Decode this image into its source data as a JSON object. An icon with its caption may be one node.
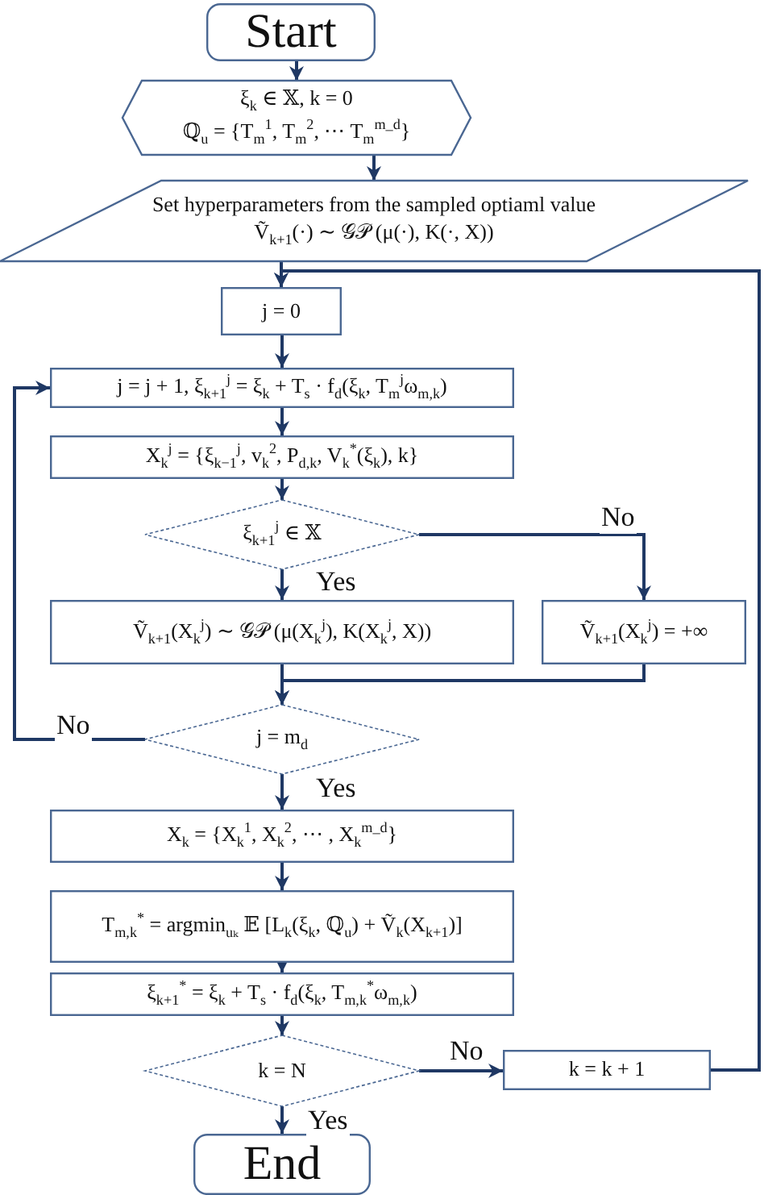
{
  "diagram": {
    "nodes": [
      {
        "text": [
          "Start"
        ]
      },
      {
        "text": [
          "ξ$_{k}$ ∈ 𝕏,  k = 0",
          "ℚ$_{u}$ = {T$_{m}$$^{1}$, T$_{m}$$^{2}$, ⋯ T$_{m}$$^{m_d}$}"
        ]
      },
      {
        "text": [
          "Set hyperparameters from the sampled optiaml value",
          "Ṽ$_{k+1}$(·) ∼ 𝒢𝒫 (μ(·), K(·, X))"
        ]
      },
      {
        "text": [
          "j = 0"
        ]
      },
      {
        "text": [
          "j = j + 1,  ξ$_{k+1}$$^{j}$ = ξ$_{k}$ + T$_{s}$ · f$_{d}$(ξ$_{k}$, T$_{m}$$^{j}$ω$_{m,k}$)"
        ]
      },
      {
        "text": [
          "X$_{k}$$^{j}$ = {ξ$_{k−1}$$^{j}$,  v$_{k}$$^{2}$,  P$_{d,k}$,  V$_{k}$$^{*}$(ξ$_{k}$),  k}"
        ]
      },
      {
        "text": [
          "ξ$_{k+1}$$^{j}$ ∈ 𝕏"
        ]
      },
      {
        "text": [
          "Ṽ$_{k+1}$(X$_{k}$$^{j}$) ∼ 𝒢𝒫 (μ(X$_{k}$$^{j}$),  K(X$_{k}$$^{j}$, X))"
        ]
      },
      {
        "text": [
          "Ṽ$_{k+1}$(X$_{k}$$^{j}$) = +∞"
        ]
      },
      {
        "text": [
          "j = m$_{d}$"
        ]
      },
      {
        "text": [
          "X$_{k}$ = {X$_{k}$$^{1}$, X$_{k}$$^{2}$, ⋯ , X$_{k}$$^{m_d}$}"
        ]
      },
      {
        "text": [
          "T$_{m,k}$$^{*}$ = argmin$_{uₖ}$ 𝔼 [L$_{k}$(ξ$_{k}$, ℚ$_{u}$) + Ṽ$_{k}$(X$_{k+1}$)]"
        ]
      },
      {
        "text": [
          "ξ$_{k+1}$$^{*}$ = ξ$_{k}$ + T$_{s}$ · f$_{d}$(ξ$_{k}$, T$_{m,k}$$^{*}$ω$_{m,k}$)"
        ]
      },
      {
        "text": [
          "k = N"
        ]
      },
      {
        "text": [
          "k = k + 1"
        ]
      },
      {
        "text": [
          "End"
        ]
      }
    ],
    "edges": [
      {
        "from": 0,
        "to": 1,
        "arrow": "to"
      },
      {
        "from": 1,
        "to": 2,
        "arrow": "to"
      },
      {
        "from": 2,
        "to": 3,
        "arrow": "to"
      },
      {
        "from": 3,
        "to": 4,
        "arrow": "to"
      },
      {
        "from": 4,
        "to": 5,
        "arrow": "to"
      },
      {
        "from": 5,
        "to": 6,
        "arrow": "to"
      },
      {
        "from": 6,
        "to": 7,
        "arrow": "to",
        "label": "Yes"
      },
      {
        "from": 6,
        "to": 8,
        "arrow": "to",
        "label": "No"
      },
      {
        "from": 7,
        "to": 9,
        "arrow": "to"
      },
      {
        "from": 8,
        "to": 9,
        "arrow": "to"
      },
      {
        "from": 9,
        "to": 4,
        "arrow": "to",
        "label": "No"
      },
      {
        "from": 9,
        "to": 10,
        "arrow": "to",
        "label": "Yes"
      },
      {
        "from": 10,
        "to": 11,
        "arrow": "to"
      },
      {
        "from": 11,
        "to": 12,
        "arrow": "to"
      },
      {
        "from": 12,
        "to": 13,
        "arrow": "to"
      },
      {
        "from": 13,
        "to": 14,
        "arrow": "to",
        "label": "No"
      },
      {
        "from": 13,
        "to": 15,
        "arrow": "to",
        "label": "Yes"
      },
      {
        "from": 14,
        "to": 3,
        "arrow": "to"
      }
    ]
  }
}
